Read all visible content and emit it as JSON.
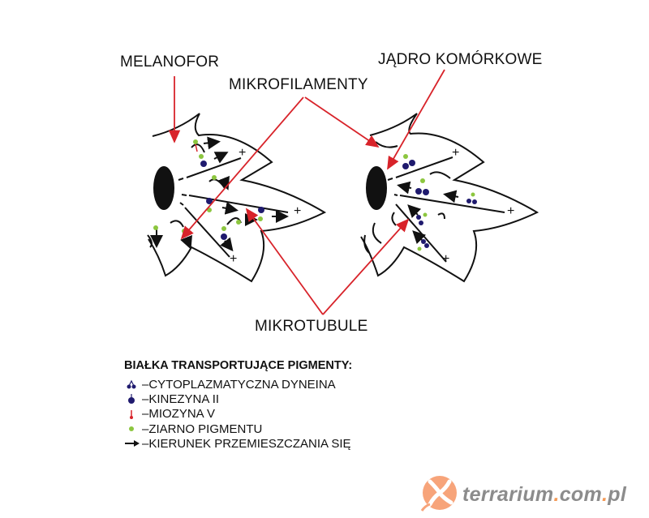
{
  "labels": {
    "melanofor": "MELANOFOR",
    "mikrofilamenty": "MIKROFILAMENTY",
    "jadro": "JĄDRO KOMÓRKOWE",
    "mikrotubule": "MIKROTUBULE",
    "plus": "+"
  },
  "legend": {
    "title": "BIAŁKA TRANSPORTUJĄCE PIGMENTY:",
    "items": [
      {
        "icon": "dynein-icon",
        "label": "–CYTOPLAZMATYCZNA DYNEINA"
      },
      {
        "icon": "kinesin-icon",
        "label": "–KINEZYNA II"
      },
      {
        "icon": "myosin-icon",
        "label": "–MIOZYNA V"
      },
      {
        "icon": "pigment-granule-icon",
        "label": "–ZIARNO PIGMENTU"
      },
      {
        "icon": "arrow-right-icon",
        "label": "–KIERUNEK PRZEMIESZCZANIA SIĘ"
      }
    ]
  },
  "logo": {
    "name": "terrarium",
    "sep1": ".",
    "mid": "com",
    "sep2": ".",
    "tld": "pl"
  },
  "colors": {
    "pointer": "#d8232a",
    "dynein": "#1f1a6e",
    "pigment": "#8cc63f",
    "myosin": "#d8232a",
    "logo": "#f39a57"
  }
}
